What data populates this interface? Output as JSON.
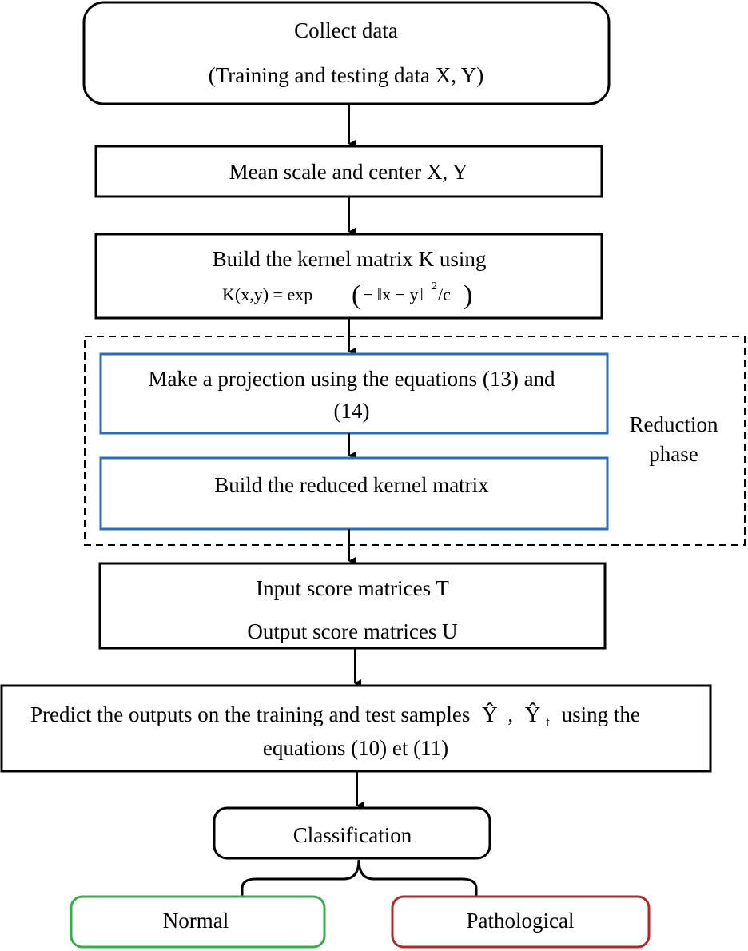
{
  "flowchart": {
    "collect": {
      "title": "Collect data",
      "subtitle": "(Training and testing data X, Y)"
    },
    "scale": {
      "label": "Mean scale and center X, Y"
    },
    "kernel": {
      "label": "Build the kernel matrix K using",
      "formula_lhs": "K(x,y) = exp",
      "formula_body": "− ‖x − y‖",
      "formula_exp": "2",
      "formula_tail": "/c"
    },
    "reduction": {
      "projection_line1": "Make a projection using the equations (13) and",
      "projection_line2": "(14)",
      "reduced_kernel": "Build the reduced kernel matrix",
      "phase_line1": "Reduction",
      "phase_line2": "phase"
    },
    "scores": {
      "line1": "Input score matrices T",
      "line2": "Output score matrices U"
    },
    "predict": {
      "line1_prefix": "Predict the outputs on the training and test samples",
      "y_hat": "Ŷ",
      "comma": ",",
      "y_hat_t": "Ŷ",
      "y_hat_t_sub": "t",
      "line1_suffix": "using the",
      "line2": "equations (10) et (11)"
    },
    "classification": {
      "label": "Classification"
    },
    "outcomes": {
      "normal": "Normal",
      "pathological": "Pathological"
    }
  },
  "colors": {
    "border": "#000000",
    "reduction_border": "#2e6db4",
    "normal_border": "#33b04a",
    "pathological_border": "#b42828"
  }
}
